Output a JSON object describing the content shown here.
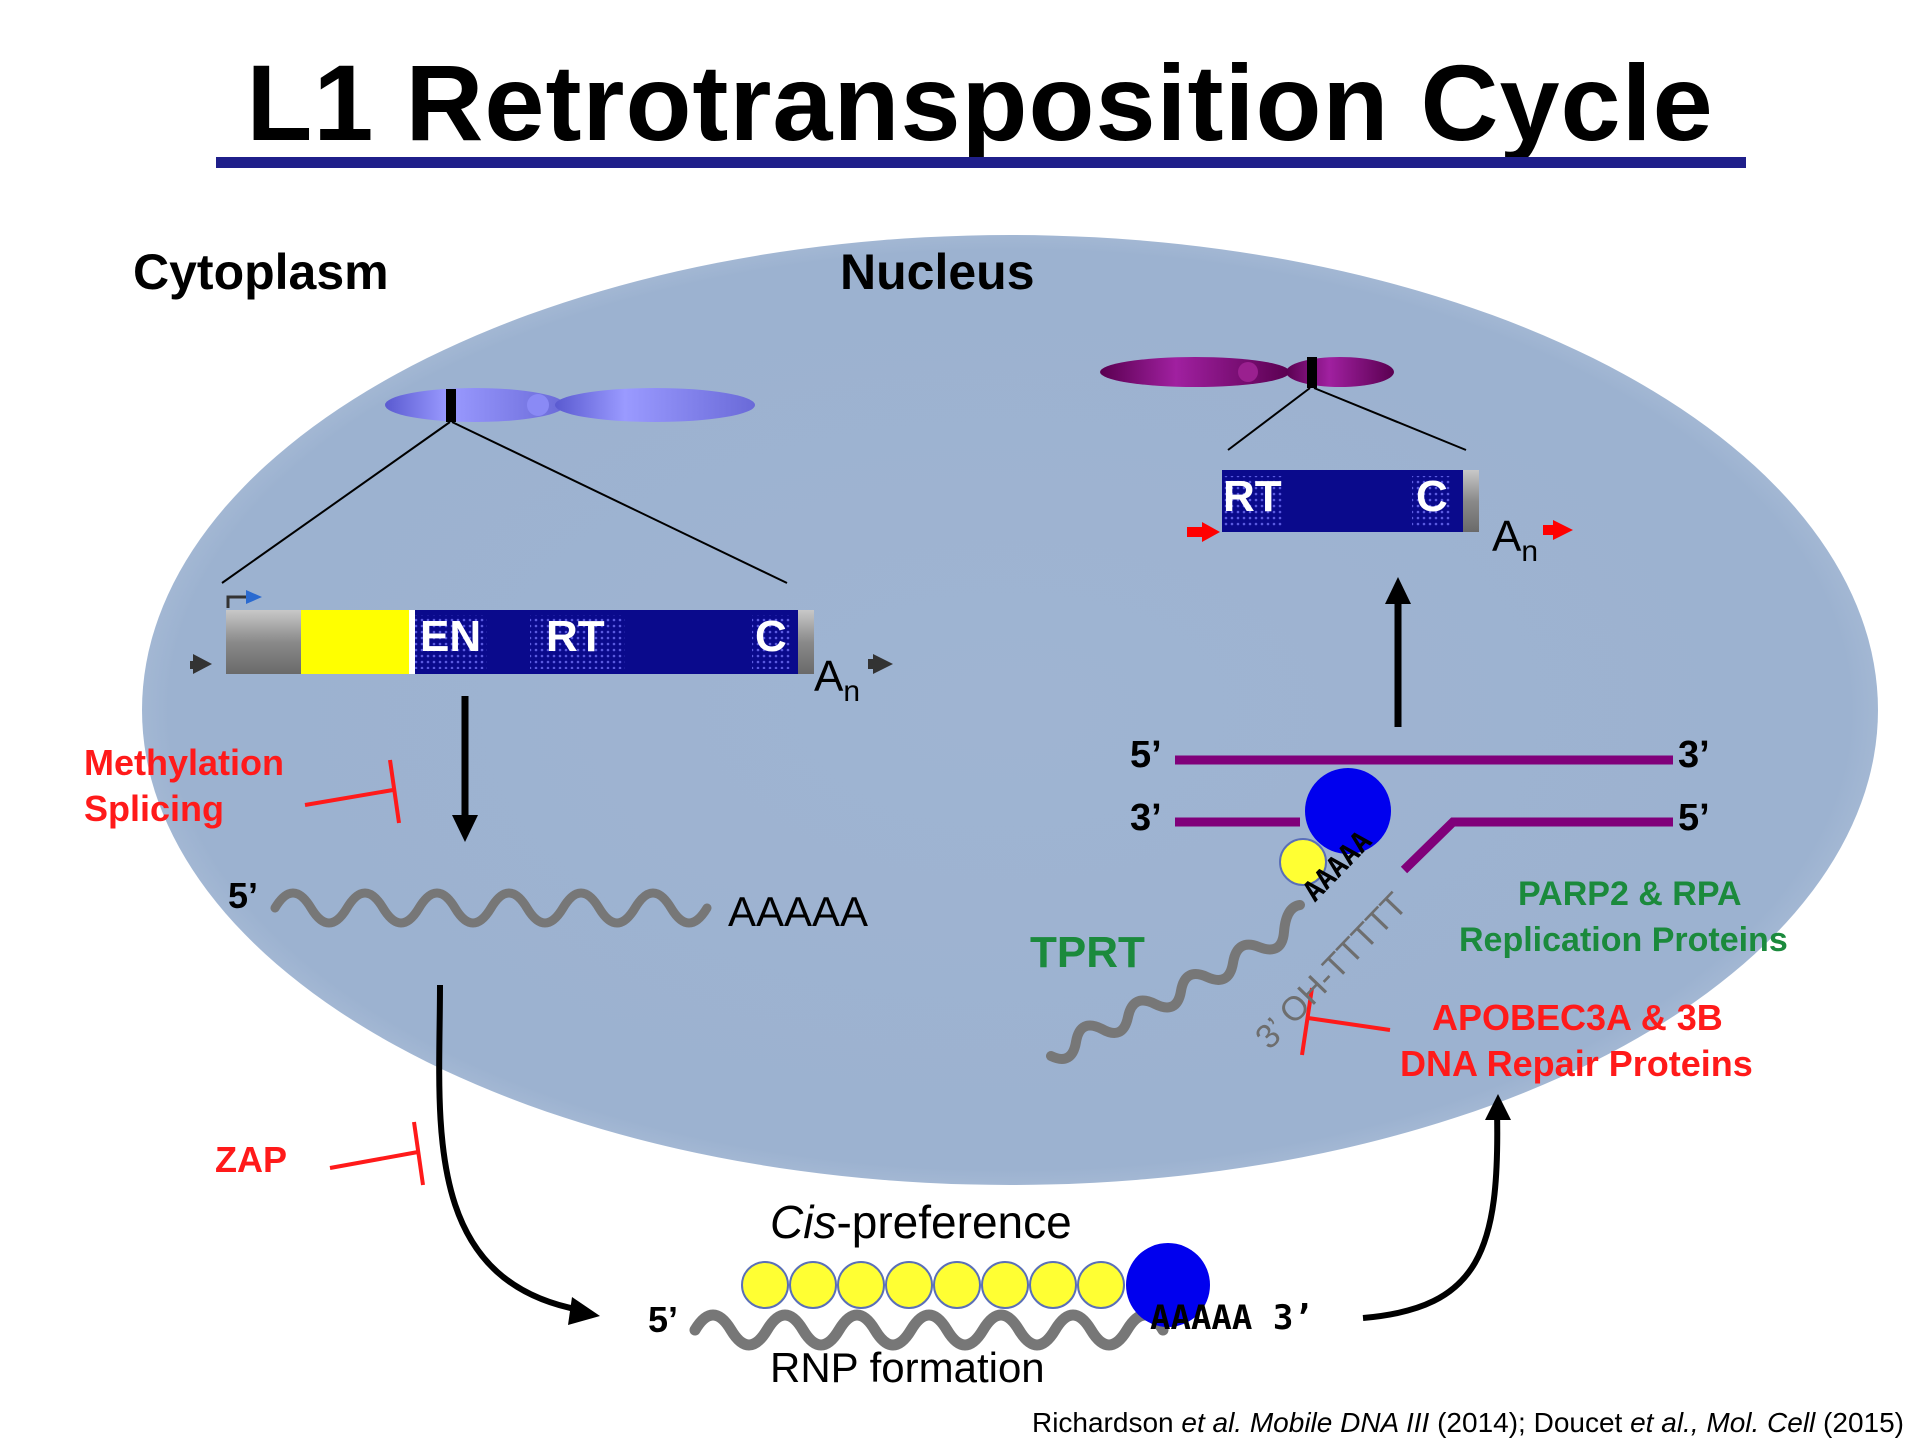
{
  "title": "L1 Retrotransposition Cycle",
  "regions": {
    "cytoplasm": "Cytoplasm",
    "nucleus": "Nucleus"
  },
  "gene_left": {
    "en": "EN",
    "rt": "RT",
    "c": "C",
    "polya": "A",
    "polya_sub": "n"
  },
  "gene_right": {
    "rt": "RT",
    "c": "C",
    "polya": "A",
    "polya_sub": "n"
  },
  "rna": {
    "five_prime": "5’",
    "tail": "AAAAA"
  },
  "inhibitors": {
    "methylation": "Methylation",
    "splicing": "Splicing",
    "zap": "ZAP",
    "apobec": "APOBEC3A & 3B",
    "dna_repair": "DNA Repair Proteins"
  },
  "tprt": {
    "label": "TPRT",
    "top_five": "5’",
    "top_three": "3’",
    "bottom_three": "3’",
    "bottom_five": "5’",
    "primer": "3’ OH-TTTTT",
    "polya": "AAAAA"
  },
  "helpers": {
    "line1": "PARP2 & RPA",
    "line2": "Replication Proteins"
  },
  "rnp": {
    "cis_italic": "Cis",
    "cis_rest": "-preference",
    "five_prime": "5’",
    "tail": "AAAAA 3’",
    "formation": "RNP formation"
  },
  "citation": {
    "p1": "Richardson ",
    "p2": "et al. Mobile DNA III",
    "p3": " (2014); Doucet ",
    "p4": "et al., Mol. Cell",
    "p5": " (2015)"
  },
  "colors": {
    "nucleus_fill": "#9db3d1",
    "gene_body": "#0a0a8c",
    "promoter_yellow": "#ffff00",
    "inhibitor_red": "#ff1a1a",
    "helper_green": "#1b8a3c",
    "target_dna": "#80007a",
    "orf1p": "#ffff33",
    "orf2p": "#0000ee"
  }
}
